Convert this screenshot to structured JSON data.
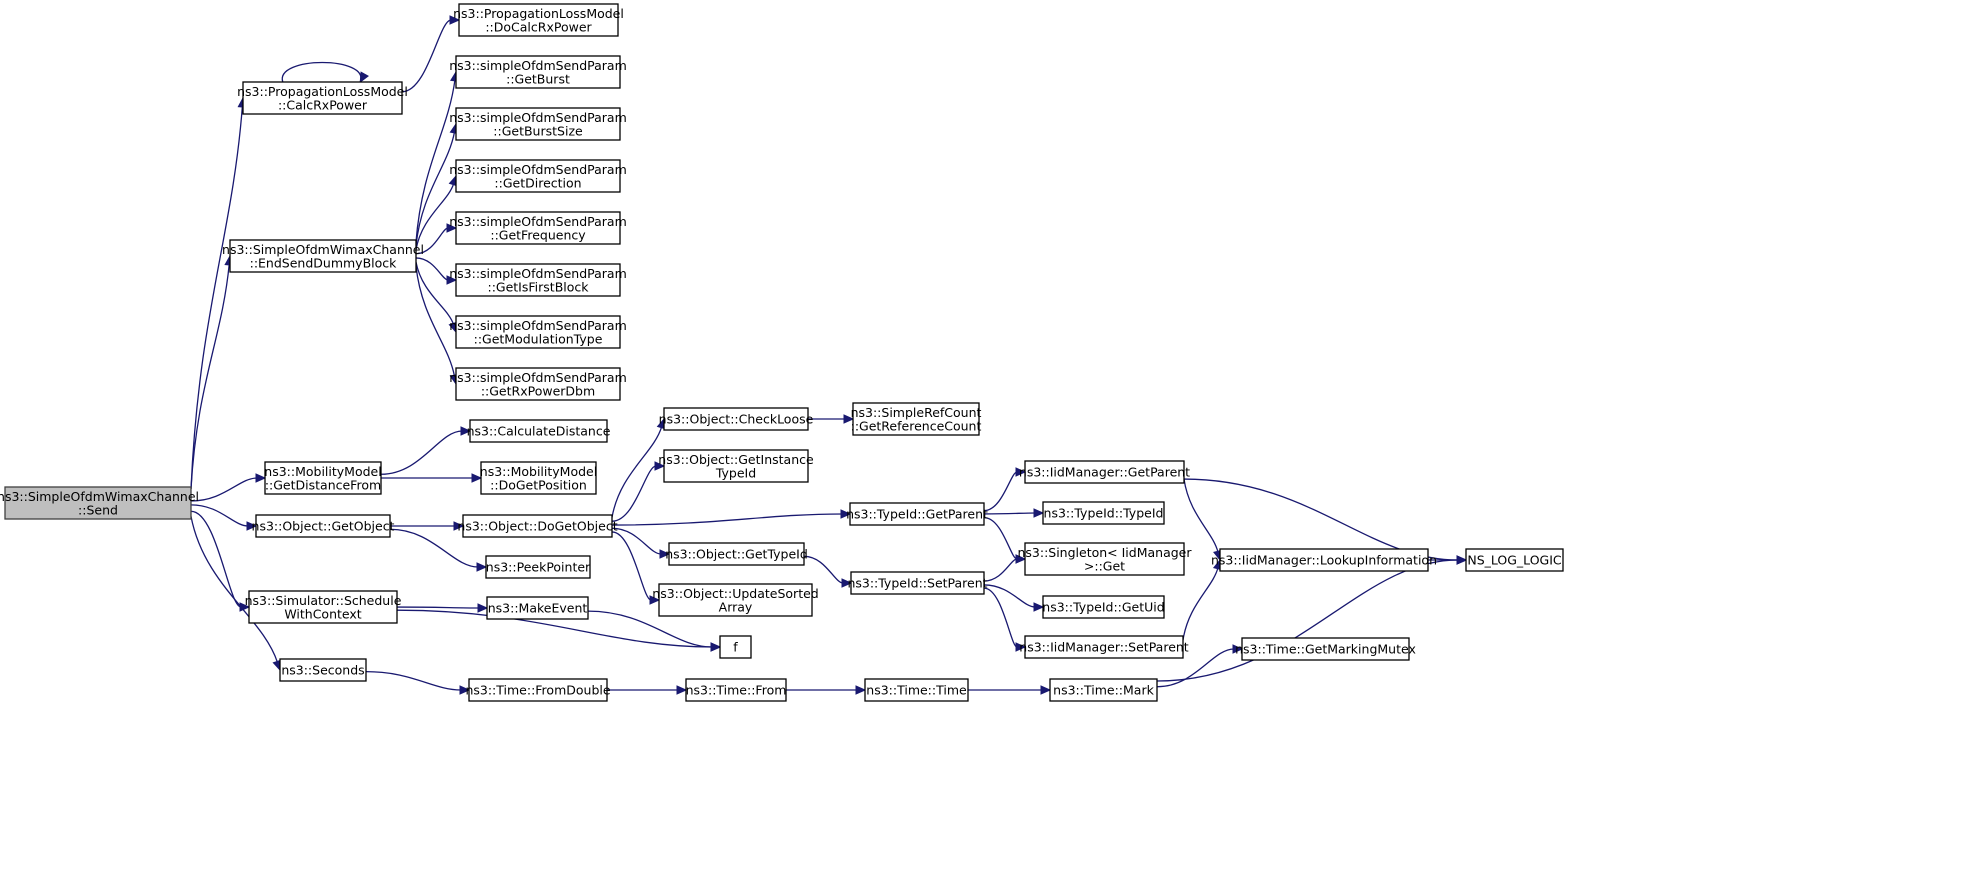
{
  "graph": {
    "title": "",
    "nodes": {
      "send": {
        "lines": [
          "ns3::SimpleOfdmWimaxChannel",
          "::Send"
        ],
        "root": true
      },
      "calcRx": {
        "lines": [
          "ns3::PropagationLossModel",
          "::CalcRxPower"
        ]
      },
      "doCalcRx": {
        "lines": [
          "ns3::PropagationLossModel",
          "::DoCalcRxPower"
        ]
      },
      "endSend": {
        "lines": [
          "ns3::SimpleOfdmWimaxChannel",
          "::EndSendDummyBlock"
        ]
      },
      "getBurst": {
        "lines": [
          "ns3::simpleOfdmSendParam",
          "::GetBurst"
        ]
      },
      "getBurstSize": {
        "lines": [
          "ns3::simpleOfdmSendParam",
          "::GetBurstSize"
        ]
      },
      "getDirection": {
        "lines": [
          "ns3::simpleOfdmSendParam",
          "::GetDirection"
        ]
      },
      "getFrequency": {
        "lines": [
          "ns3::simpleOfdmSendParam",
          "::GetFrequency"
        ]
      },
      "getIsFirst": {
        "lines": [
          "ns3::simpleOfdmSendParam",
          "::GetIsFirstBlock"
        ]
      },
      "getModulation": {
        "lines": [
          "ns3::simpleOfdmSendParam",
          "::GetModulationType"
        ]
      },
      "getRxPowerDbm": {
        "lines": [
          "ns3::simpleOfdmSendParam",
          "::GetRxPowerDbm"
        ]
      },
      "calcDistance": {
        "lines": [
          "ns3::CalculateDistance"
        ]
      },
      "getDistFrom": {
        "lines": [
          "ns3::MobilityModel",
          "::GetDistanceFrom"
        ]
      },
      "doGetPosition": {
        "lines": [
          "ns3::MobilityModel",
          "::DoGetPosition"
        ]
      },
      "getObject": {
        "lines": [
          "ns3::Object::GetObject"
        ]
      },
      "doGetObject": {
        "lines": [
          "ns3::Object::DoGetObject"
        ]
      },
      "peekPointer": {
        "lines": [
          "ns3::PeekPointer"
        ]
      },
      "checkLoose": {
        "lines": [
          "ns3::Object::CheckLoose"
        ]
      },
      "getRefCount": {
        "lines": [
          "ns3::SimpleRefCount",
          "::GetReferenceCount"
        ]
      },
      "getInstTypeId": {
        "lines": [
          "ns3::Object::GetInstance",
          "TypeId"
        ]
      },
      "objGetTypeId": {
        "lines": [
          "ns3::Object::GetTypeId"
        ]
      },
      "updateSorted": {
        "lines": [
          "ns3::Object::UpdateSorted",
          "Array"
        ]
      },
      "tidGetParent": {
        "lines": [
          "ns3::TypeId::GetParent"
        ]
      },
      "tidSetParent": {
        "lines": [
          "ns3::TypeId::SetParent"
        ]
      },
      "iidGetParent": {
        "lines": [
          "ns3::IidManager::GetParent"
        ]
      },
      "tidTypeId": {
        "lines": [
          "ns3::TypeId::TypeId"
        ]
      },
      "singletonGet": {
        "lines": [
          "ns3::Singleton< IidManager",
          " >::Get"
        ]
      },
      "tidGetUid": {
        "lines": [
          "ns3::TypeId::GetUid"
        ]
      },
      "iidSetParent": {
        "lines": [
          "ns3::IidManager::SetParent"
        ]
      },
      "lookupInfo": {
        "lines": [
          "ns3::IidManager::LookupInformation"
        ]
      },
      "nsLogLogic": {
        "lines": [
          "NS_LOG_LOGIC"
        ]
      },
      "schedule": {
        "lines": [
          "ns3::Simulator::Schedule",
          "WithContext"
        ]
      },
      "makeEvent": {
        "lines": [
          "ns3::MakeEvent"
        ]
      },
      "f": {
        "lines": [
          "f"
        ]
      },
      "seconds": {
        "lines": [
          "ns3::Seconds"
        ]
      },
      "fromDouble": {
        "lines": [
          "ns3::Time::FromDouble"
        ]
      },
      "timeFrom": {
        "lines": [
          "ns3::Time::From"
        ]
      },
      "timeTime": {
        "lines": [
          "ns3::Time::Time"
        ]
      },
      "timeMark": {
        "lines": [
          "ns3::Time::Mark"
        ]
      },
      "getMarkingMutex": {
        "lines": [
          "ns3::Time::GetMarkingMutex"
        ]
      }
    },
    "edges": [
      [
        "send",
        "calcRx"
      ],
      [
        "send",
        "endSend"
      ],
      [
        "send",
        "getDistFrom"
      ],
      [
        "send",
        "getObject"
      ],
      [
        "send",
        "schedule"
      ],
      [
        "send",
        "seconds"
      ],
      [
        "calcRx",
        "calcRx"
      ],
      [
        "calcRx",
        "doCalcRx"
      ],
      [
        "endSend",
        "getBurst"
      ],
      [
        "endSend",
        "getBurstSize"
      ],
      [
        "endSend",
        "getDirection"
      ],
      [
        "endSend",
        "getFrequency"
      ],
      [
        "endSend",
        "getIsFirst"
      ],
      [
        "endSend",
        "getModulation"
      ],
      [
        "endSend",
        "getRxPowerDbm"
      ],
      [
        "getDistFrom",
        "calcDistance"
      ],
      [
        "getDistFrom",
        "doGetPosition"
      ],
      [
        "getObject",
        "doGetObject"
      ],
      [
        "getObject",
        "peekPointer"
      ],
      [
        "doGetObject",
        "checkLoose"
      ],
      [
        "doGetObject",
        "getInstTypeId"
      ],
      [
        "doGetObject",
        "objGetTypeId"
      ],
      [
        "doGetObject",
        "updateSorted"
      ],
      [
        "doGetObject",
        "tidGetParent"
      ],
      [
        "checkLoose",
        "getRefCount"
      ],
      [
        "objGetTypeId",
        "tidSetParent"
      ],
      [
        "tidGetParent",
        "iidGetParent"
      ],
      [
        "tidGetParent",
        "tidTypeId"
      ],
      [
        "tidGetParent",
        "singletonGet"
      ],
      [
        "tidSetParent",
        "singletonGet"
      ],
      [
        "tidSetParent",
        "tidGetUid"
      ],
      [
        "tidSetParent",
        "iidSetParent"
      ],
      [
        "iidGetParent",
        "lookupInfo"
      ],
      [
        "iidGetParent",
        "nsLogLogic"
      ],
      [
        "iidSetParent",
        "lookupInfo"
      ],
      [
        "lookupInfo",
        "nsLogLogic"
      ],
      [
        "schedule",
        "makeEvent"
      ],
      [
        "schedule",
        "f"
      ],
      [
        "makeEvent",
        "f"
      ],
      [
        "seconds",
        "fromDouble"
      ],
      [
        "fromDouble",
        "timeFrom"
      ],
      [
        "timeFrom",
        "timeTime"
      ],
      [
        "timeTime",
        "timeMark"
      ],
      [
        "timeMark",
        "getMarkingMutex"
      ],
      [
        "timeMark",
        "nsLogLogic"
      ]
    ]
  }
}
